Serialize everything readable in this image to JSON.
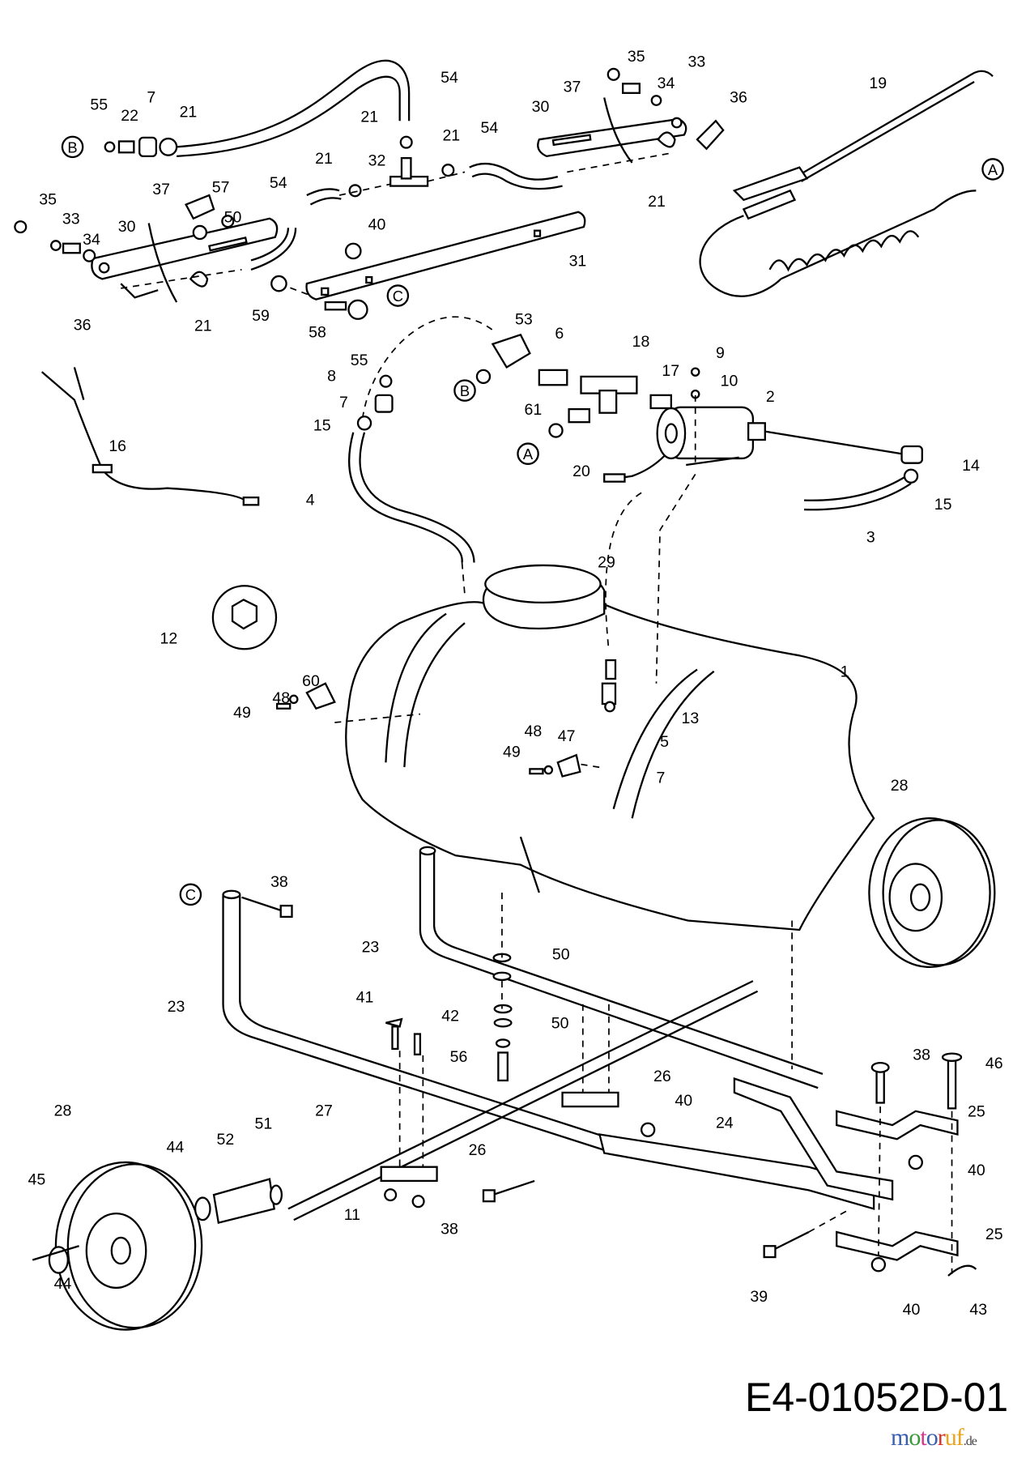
{
  "diagram": {
    "drawing_number": "E4-01052D-01",
    "watermark": {
      "text": "motoruf",
      "suffix": ".de",
      "letter_colors": [
        "#3a5fb0",
        "#3a9a3a",
        "#d6338a",
        "#3a5fb0",
        "#d0342c",
        "#e8a41c",
        "#e8a41c"
      ]
    },
    "reference_markers": [
      "B",
      "C",
      "A",
      "B",
      "A",
      "C"
    ],
    "callouts": [
      "55",
      "22",
      "7",
      "21",
      "54",
      "21",
      "21",
      "32",
      "54",
      "21",
      "54",
      "35",
      "33",
      "34",
      "30",
      "37",
      "57",
      "50",
      "36",
      "21",
      "59",
      "40",
      "31",
      "58",
      "35",
      "33",
      "34",
      "37",
      "30",
      "36",
      "21",
      "19",
      "53",
      "6",
      "18",
      "9",
      "17",
      "10",
      "2",
      "55",
      "8",
      "7",
      "15",
      "61",
      "20",
      "14",
      "15",
      "3",
      "16",
      "4",
      "29",
      "12",
      "1",
      "60",
      "48",
      "49",
      "13",
      "5",
      "48",
      "47",
      "49",
      "7",
      "28",
      "38",
      "23",
      "50",
      "23",
      "41",
      "42",
      "50",
      "56",
      "38",
      "46",
      "26",
      "40",
      "25",
      "24",
      "28",
      "27",
      "51",
      "52",
      "44",
      "26",
      "40",
      "45",
      "11",
      "38",
      "25",
      "39",
      "40",
      "43",
      "44"
    ]
  }
}
